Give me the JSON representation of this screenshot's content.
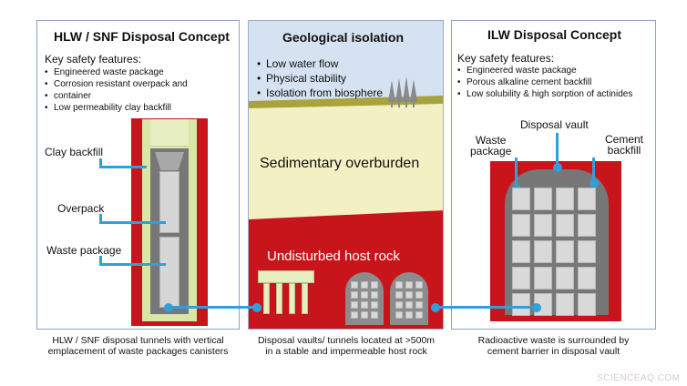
{
  "colors": {
    "accent_blue": "#31a0d8",
    "panel_border": "#8da3c0",
    "host_rock_red": "#c8141b",
    "sediment_yellow": "#f3f1c4",
    "soil_olive": "#a9a33d",
    "sky_blue": "#d5e2f1",
    "clay_green": "#d9e6a6",
    "grey_concrete": "#777777"
  },
  "left_panel": {
    "title": "HLW / SNF Disposal Concept",
    "features_heading": "Key safety features:",
    "features": [
      "Engineered waste package",
      "Corrosion resistant overpack and",
      "container",
      "Low permeability clay backfill"
    ],
    "labels": {
      "clay_backfill": "Clay backfill",
      "overpack": "Overpack",
      "waste_package": "Waste package"
    },
    "caption": [
      "HLW / SNF disposal tunnels with vertical",
      "emplacement of waste packages canisters"
    ]
  },
  "middle_panel": {
    "title": "Geological isolation",
    "features": [
      "Low water flow",
      "Physical stability",
      "Isolation from biosphere"
    ],
    "sediment_label": "Sedimentary overburden",
    "host_rock_label": "Undisturbed host rock",
    "caption": [
      "Disposal vaults/ tunnels located at >500m",
      "in a stable and impermeable host rock"
    ]
  },
  "right_panel": {
    "title": "ILW Disposal Concept",
    "features_heading": "Key safety features:",
    "features": [
      "Engineered waste package",
      "Porous alkaline cement backfill",
      "Low solubility & high sorption of actinides"
    ],
    "labels": {
      "waste_package": [
        "Waste",
        "package"
      ],
      "disposal_vault": "Disposal vault",
      "cement_backfill": [
        "Cement",
        "backfill"
      ]
    },
    "caption": [
      "Radioactive waste is surrounded by",
      "cement barrier in disposal vault"
    ]
  },
  "watermark": "SCIENCEAQ.COM"
}
